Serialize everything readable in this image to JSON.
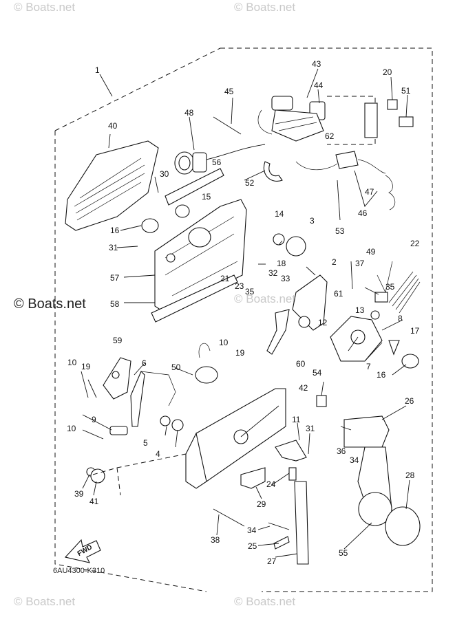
{
  "diagram": {
    "part_numbers": [
      "1",
      "2",
      "3",
      "4",
      "5",
      "6",
      "7",
      "8",
      "9",
      "10",
      "10",
      "10",
      "11",
      "12",
      "13",
      "14",
      "15",
      "16",
      "16",
      "17",
      "18",
      "19",
      "19",
      "20",
      "21",
      "22",
      "23",
      "24",
      "25",
      "26",
      "27",
      "28",
      "29",
      "30",
      "31",
      "31",
      "32",
      "33",
      "34",
      "34",
      "35",
      "35",
      "36",
      "37",
      "38",
      "39",
      "40",
      "41",
      "42",
      "43",
      "44",
      "45",
      "46",
      "47",
      "48",
      "49",
      "50",
      "51",
      "52",
      "53",
      "54",
      "55",
      "56",
      "57",
      "58",
      "59",
      "60",
      "61",
      "62"
    ],
    "code": "6AU4300-K310",
    "fwd": "FWD",
    "watermark_main": "© Boats.net",
    "watermark_faint": "© Boats.net"
  }
}
